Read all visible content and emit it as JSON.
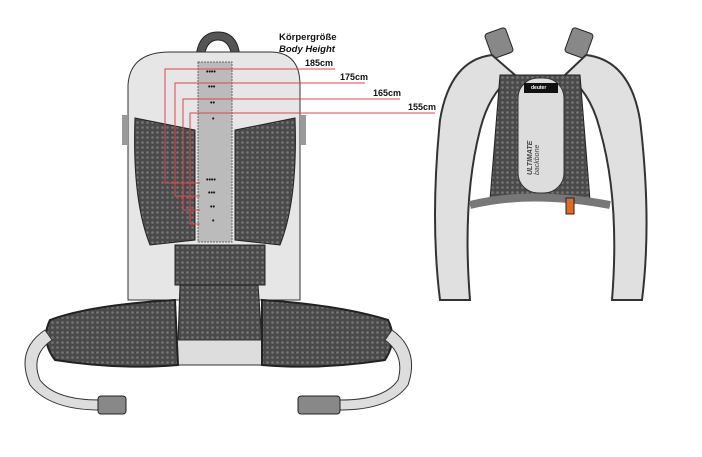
{
  "title": {
    "de": "Körpergröße",
    "en": "Body Height"
  },
  "heights": [
    "185cm",
    "175cm",
    "165cm",
    "155cm"
  ],
  "slot_markers": [
    "••••",
    "•••",
    "••",
    "•"
  ],
  "logo_text": "deuter",
  "backbone_label": {
    "line1": "ULTIMATE",
    "line2": "backbone"
  },
  "colors": {
    "line": "#e0474c",
    "mesh": "#555555",
    "light": "#e6e6e6",
    "buckle": "#e06a2a"
  }
}
